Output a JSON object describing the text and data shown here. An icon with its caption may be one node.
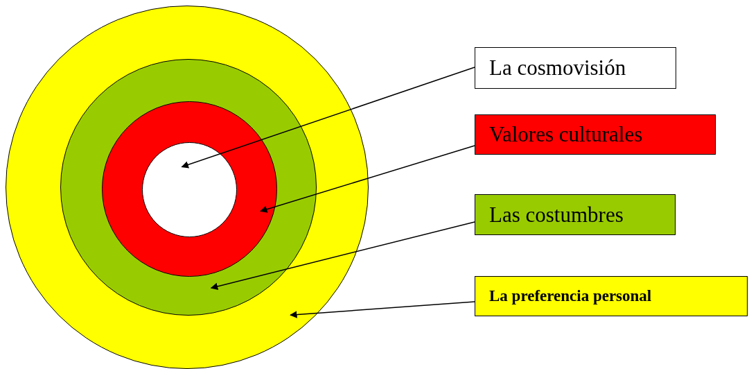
{
  "diagram": {
    "nodes": [
      {
        "text": [],
        "shape": "circle"
      },
      {
        "text": [],
        "shape": "circle",
        "in": 0
      },
      {
        "text": [],
        "shape": "circle",
        "in": 1
      },
      {
        "text": [],
        "shape": "circle",
        "in": 2
      },
      {
        "text": [
          "La cosmovisión"
        ]
      },
      {
        "text": [
          "Valores culturales"
        ]
      },
      {
        "text": [
          "Las costumbres"
        ]
      },
      {
        "text": [
          "La preferencia personal"
        ]
      }
    ],
    "edges": [
      {
        "from": 4,
        "to": 3,
        "arrow": "to"
      },
      {
        "from": 5,
        "to": 2,
        "arrow": "to"
      },
      {
        "from": 6,
        "to": 1,
        "arrow": "to"
      },
      {
        "from": 7,
        "to": 0,
        "arrow": "to"
      }
    ]
  }
}
